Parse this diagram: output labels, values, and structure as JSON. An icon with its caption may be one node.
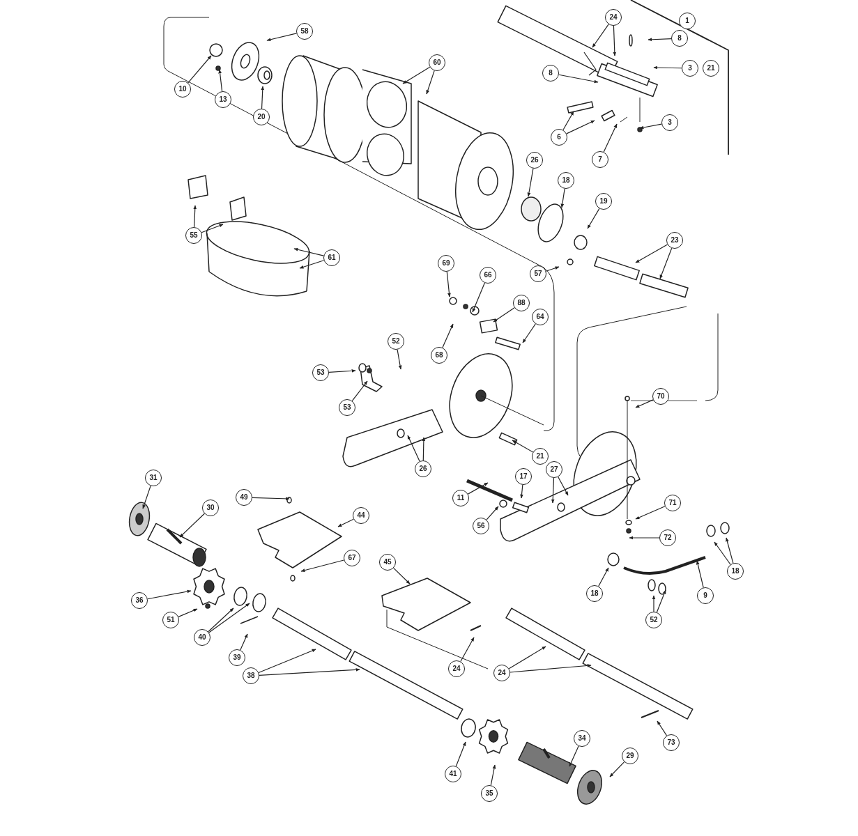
{
  "diagram": {
    "nodes": [
      {
        "text": [
          "58"
        ]
      },
      {
        "text": [
          "10"
        ]
      },
      {
        "text": [
          "13"
        ]
      },
      {
        "text": [
          "20"
        ]
      },
      {
        "text": [
          "60"
        ]
      },
      {
        "text": [
          "24"
        ]
      },
      {
        "text": [
          "8"
        ]
      },
      {
        "text": [
          "8"
        ]
      },
      {
        "text": [
          "3"
        ]
      },
      {
        "text": [
          "6"
        ]
      },
      {
        "text": [
          "7"
        ]
      },
      {
        "text": [
          "3"
        ]
      },
      {
        "text": [
          "55"
        ]
      },
      {
        "text": [
          "61"
        ]
      },
      {
        "text": [
          "26"
        ]
      },
      {
        "text": [
          "18"
        ]
      },
      {
        "text": [
          "19"
        ]
      },
      {
        "text": [
          "23"
        ]
      },
      {
        "text": [
          "57"
        ]
      },
      {
        "text": [
          "69"
        ]
      },
      {
        "text": [
          "66"
        ]
      },
      {
        "text": [
          "88"
        ]
      },
      {
        "text": [
          "64"
        ]
      },
      {
        "text": [
          "68"
        ]
      },
      {
        "text": [
          "52"
        ]
      },
      {
        "text": [
          "53"
        ]
      },
      {
        "text": [
          "53"
        ]
      },
      {
        "text": [
          "70"
        ]
      },
      {
        "text": [
          "21"
        ]
      },
      {
        "text": [
          "26"
        ]
      },
      {
        "text": [
          "27"
        ]
      },
      {
        "text": [
          "17"
        ]
      },
      {
        "text": [
          "11"
        ]
      },
      {
        "text": [
          "56"
        ]
      },
      {
        "text": [
          "71"
        ]
      },
      {
        "text": [
          "72"
        ]
      },
      {
        "text": [
          "18"
        ]
      },
      {
        "text": [
          "9"
        ]
      },
      {
        "text": [
          "18"
        ]
      },
      {
        "text": [
          "52"
        ]
      },
      {
        "text": [
          "31"
        ]
      },
      {
        "text": [
          "30"
        ]
      },
      {
        "text": [
          "49"
        ]
      },
      {
        "text": [
          "44"
        ]
      },
      {
        "text": [
          "67"
        ]
      },
      {
        "text": [
          "45"
        ]
      },
      {
        "text": [
          "36"
        ]
      },
      {
        "text": [
          "51"
        ]
      },
      {
        "text": [
          "40"
        ]
      },
      {
        "text": [
          "39"
        ]
      },
      {
        "text": [
          "38"
        ]
      },
      {
        "text": [
          "24"
        ]
      },
      {
        "text": [
          "24"
        ]
      },
      {
        "text": [
          "41"
        ]
      },
      {
        "text": [
          "35"
        ]
      },
      {
        "text": [
          "34"
        ]
      },
      {
        "text": [
          "29"
        ]
      },
      {
        "text": [
          "73"
        ]
      },
      {
        "text": [
          "1"
        ]
      },
      {
        "text": [
          "21"
        ]
      }
    ],
    "edges": [
      {
        "from": 0,
        "to": null,
        "arrow": "to"
      },
      {
        "from": 1,
        "to": null,
        "arrow": "to"
      },
      {
        "from": 2,
        "to": null,
        "arrow": "to"
      },
      {
        "from": 3,
        "to": null,
        "arrow": "to"
      },
      {
        "from": 4,
        "to": null,
        "arrow": "to"
      },
      {
        "from": 4,
        "to": null,
        "arrow": "to"
      },
      {
        "from": 5,
        "to": null,
        "arrow": "to"
      },
      {
        "from": 5,
        "to": null,
        "arrow": "to"
      },
      {
        "from": 6,
        "to": null,
        "arrow": "to"
      },
      {
        "from": 7,
        "to": null,
        "arrow": "to"
      },
      {
        "from": 8,
        "to": null,
        "arrow": "to"
      },
      {
        "from": 9,
        "to": null,
        "arrow": "to"
      },
      {
        "from": 9,
        "to": null,
        "arrow": "to"
      },
      {
        "from": 10,
        "to": null,
        "arrow": "to"
      },
      {
        "from": 11,
        "to": null,
        "arrow": "to"
      },
      {
        "from": 12,
        "to": null,
        "arrow": "to"
      },
      {
        "from": 12,
        "to": null,
        "arrow": "to"
      },
      {
        "from": 13,
        "to": null,
        "arrow": "to"
      },
      {
        "from": 13,
        "to": null,
        "arrow": "to"
      },
      {
        "from": 14,
        "to": null,
        "arrow": "to"
      },
      {
        "from": 15,
        "to": null,
        "arrow": "to"
      },
      {
        "from": 16,
        "to": null,
        "arrow": "to"
      },
      {
        "from": 17,
        "to": null,
        "arrow": "to"
      },
      {
        "from": 17,
        "to": null,
        "arrow": "to"
      },
      {
        "from": 18,
        "to": null,
        "arrow": "to"
      },
      {
        "from": 19,
        "to": null,
        "arrow": "to"
      },
      {
        "from": 20,
        "to": null,
        "arrow": "to"
      },
      {
        "from": 21,
        "to": null,
        "arrow": "to"
      },
      {
        "from": 22,
        "to": null,
        "arrow": "to"
      },
      {
        "from": 23,
        "to": null,
        "arrow": "to"
      },
      {
        "from": 24,
        "to": null,
        "arrow": "to"
      },
      {
        "from": 25,
        "to": null,
        "arrow": "to"
      },
      {
        "from": 26,
        "to": null,
        "arrow": "to"
      },
      {
        "from": 27,
        "to": null,
        "arrow": "to"
      },
      {
        "from": 28,
        "to": null,
        "arrow": "to"
      },
      {
        "from": 29,
        "to": null,
        "arrow": "to"
      },
      {
        "from": 29,
        "to": null,
        "arrow": "to"
      },
      {
        "from": 30,
        "to": null,
        "arrow": "to"
      },
      {
        "from": 30,
        "to": null,
        "arrow": "to"
      },
      {
        "from": 31,
        "to": null,
        "arrow": "to"
      },
      {
        "from": 32,
        "to": null,
        "arrow": "to"
      },
      {
        "from": 33,
        "to": null,
        "arrow": "to"
      },
      {
        "from": 34,
        "to": null,
        "arrow": "to"
      },
      {
        "from": 35,
        "to": null,
        "arrow": "to"
      },
      {
        "from": 36,
        "to": null,
        "arrow": "to"
      },
      {
        "from": 36,
        "to": null,
        "arrow": "to"
      },
      {
        "from": 37,
        "to": null,
        "arrow": "to"
      },
      {
        "from": 38,
        "to": null,
        "arrow": "to"
      },
      {
        "from": 39,
        "to": null,
        "arrow": "to"
      },
      {
        "from": 39,
        "to": null,
        "arrow": "to"
      },
      {
        "from": 40,
        "to": null,
        "arrow": "to"
      },
      {
        "from": 41,
        "to": null,
        "arrow": "to"
      },
      {
        "from": 42,
        "to": null,
        "arrow": "to"
      },
      {
        "from": 43,
        "to": null,
        "arrow": "to"
      },
      {
        "from": 44,
        "to": null,
        "arrow": "to"
      },
      {
        "from": 45,
        "to": null,
        "arrow": "to"
      },
      {
        "from": 46,
        "to": null,
        "arrow": "to"
      },
      {
        "from": 47,
        "to": null,
        "arrow": "to"
      },
      {
        "from": 48,
        "to": null,
        "arrow": "to"
      },
      {
        "from": 48,
        "to": null,
        "arrow": "to"
      },
      {
        "from": 49,
        "to": null,
        "arrow": "to"
      },
      {
        "from": 50,
        "to": null,
        "arrow": "to"
      },
      {
        "from": 50,
        "to": null,
        "arrow": "to"
      },
      {
        "from": 51,
        "to": null,
        "arrow": "to"
      },
      {
        "from": 52,
        "to": null,
        "arrow": "to"
      },
      {
        "from": 52,
        "to": null,
        "arrow": "to"
      },
      {
        "from": 53,
        "to": null,
        "arrow": "to"
      },
      {
        "from": 54,
        "to": null,
        "arrow": "to"
      },
      {
        "from": 55,
        "to": null,
        "arrow": "to"
      },
      {
        "from": 56,
        "to": null,
        "arrow": "to"
      },
      {
        "from": 57,
        "to": null,
        "arrow": "to"
      }
    ]
  }
}
